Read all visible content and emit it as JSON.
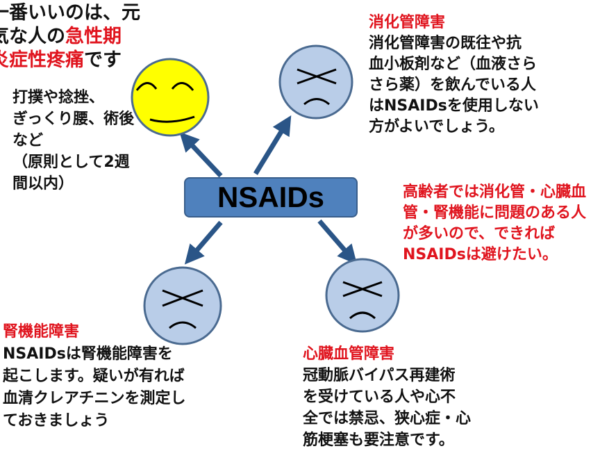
{
  "center": {
    "label": "NSAIDs"
  },
  "headline": {
    "line1": "一番いいのは、元",
    "line2_a": "気な人の",
    "line2_b": "急性期",
    "line3_a": "炎症性疼痛",
    "line3_b": "です"
  },
  "good_case": {
    "lines": [
      "打撲や捻挫、",
      "ぎっくり腰、術後",
      "など",
      "（原則として2週",
      "間以内）"
    ]
  },
  "gi": {
    "title": "消化管障害",
    "lines": [
      "消化管障害の既往や抗",
      "血小板剤など（血液さら",
      "さら薬）を飲んでいる人",
      "はNSAIDsを使用しない",
      "方がよいでしょう。"
    ]
  },
  "elderly": {
    "lines": [
      "高齢者では消化管・心臓血",
      "管・腎機能に問題のある人",
      "が多いので、できれば",
      "NSAIDsは避けたい。"
    ]
  },
  "renal": {
    "title": "腎機能障害",
    "lines": [
      "NSAIDsは腎機能障害を",
      "起こします。疑いが有れば",
      "血清クレアチニンを測定し",
      "ておきましょう"
    ]
  },
  "cardio": {
    "title": "心臓血管障害",
    "lines": [
      "冠動脈バイパス再建術",
      "を受けている人や心不",
      "全では禁忌、狭心症・心",
      "筋梗塞も要注意です。"
    ]
  },
  "colors": {
    "accent_red": "#e0141e",
    "box": "#4f81bd",
    "arrow": "#2a5587",
    "happy": "#ffff00",
    "sad": "#b9cde8"
  }
}
